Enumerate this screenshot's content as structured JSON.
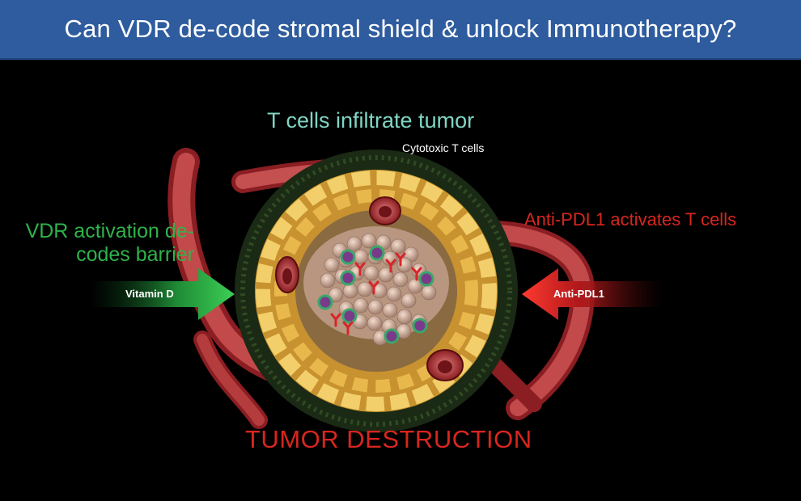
{
  "title": "Can VDR de-code stromal shield & unlock Immunotherapy?",
  "labels": {
    "t_cells_infiltrate": "T cells infiltrate tumor",
    "cytotoxic": "Cytotoxic T cells",
    "vdr_activation": "VDR activation de-codes barrier",
    "anti_pdl1_activates": "Anti-PDL1 activates T cells",
    "tumor_destruction": "TUMOR DESTRUCTION"
  },
  "arrows": {
    "vitamin_d": "Vitamin D",
    "anti_pdl1": "Anti-PDL1"
  },
  "colors": {
    "title_bar": "#2e5c9e",
    "teal_text": "#7fd6c4",
    "green_text": "#2fb34a",
    "red_text": "#d8261f",
    "vessel": "#b03a3a",
    "stroma": "#e6b84a",
    "tumor_cell": "#d9b9a6"
  }
}
